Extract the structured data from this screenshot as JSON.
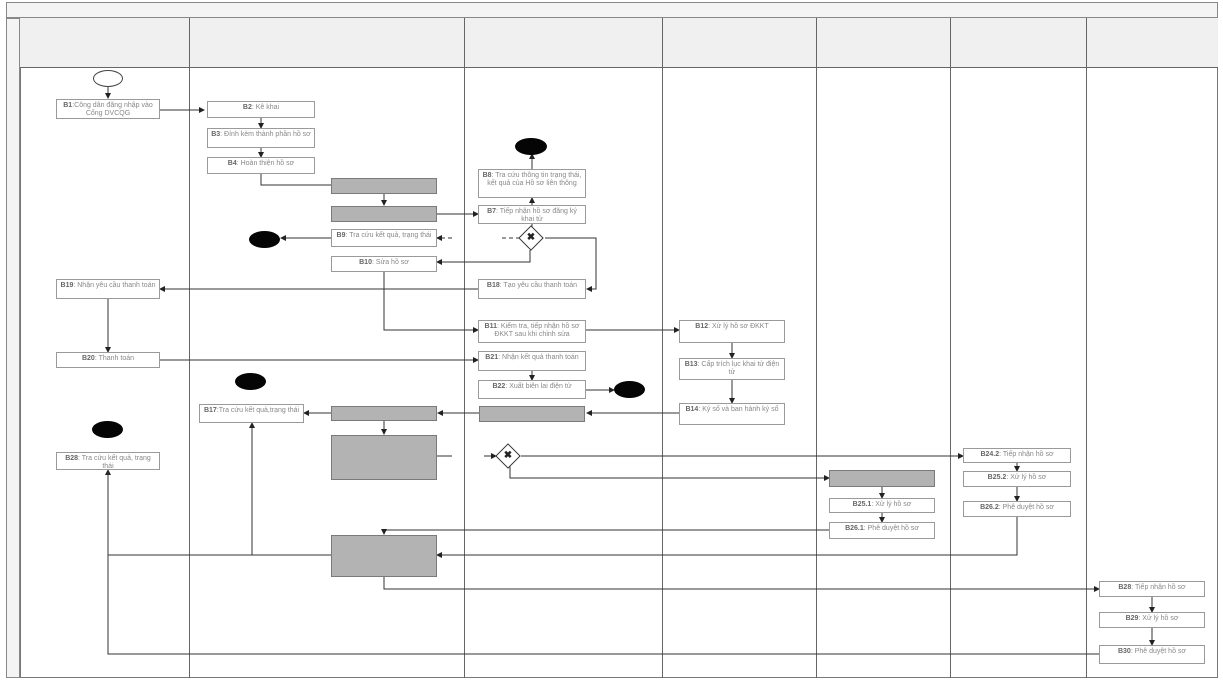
{
  "lanes": [
    {
      "header": ""
    },
    {
      "header": ""
    },
    {
      "header": ""
    },
    {
      "header": ""
    },
    {
      "header": ""
    },
    {
      "header": ""
    },
    {
      "header": ""
    }
  ],
  "steps": {
    "b1": {
      "code": "B1",
      "text": ":Công dân đăng nhập vào Cổng DVCQG"
    },
    "b2": {
      "code": "B2",
      "text": ": Kê khai"
    },
    "b3": {
      "code": "B3",
      "text": ": Đính kèm thành phần hồ sơ"
    },
    "b4": {
      "code": "B4",
      "text": ": Hoàn thiện hồ sơ"
    },
    "b8": {
      "code": "B8",
      "text": ": Tra cứu thông tin trạng thái, kết quả của Hồ sơ liên thông"
    },
    "b7": {
      "code": "B7",
      "text": ": Tiếp nhận hồ sơ đăng ký khai tử"
    },
    "b9": {
      "code": "B9",
      "text": ": Tra cứu kết quả, trạng thái"
    },
    "b10": {
      "code": "B10",
      "text": ": Sửa hồ sơ"
    },
    "b18": {
      "code": "B18",
      "text": ": Tạo yêu cầu thanh toán"
    },
    "b19": {
      "code": "B19",
      "text": ": Nhận yêu cầu thanh toán"
    },
    "b11": {
      "code": "B11",
      "text": ": Kiểm tra, tiếp nhận hồ sơ ĐKKT sau khi chỉnh sửa"
    },
    "b12": {
      "code": "B12",
      "text": ": Xử lý hồ sơ ĐKKT"
    },
    "b20": {
      "code": "B20",
      "text": ": Thanh toán"
    },
    "b21": {
      "code": "B21",
      "text": ": Nhận kết quả thanh toán"
    },
    "b13": {
      "code": "B13",
      "text": ": Cấp trích lục khai tử điện tử"
    },
    "b22": {
      "code": "B22",
      "text": ": Xuất biên lai điện tử"
    },
    "b17": {
      "code": "B17",
      "text": ":Tra cứu kết quả,trạng thái"
    },
    "b14": {
      "code": "B14",
      "text": ": Ký số và ban hành ký số"
    },
    "b28": {
      "code": "B28",
      "text": ": Tra cứu kết quả, trạng thái"
    },
    "b24_2": {
      "code": "B24.2",
      "text": ": Tiếp nhận hồ sơ"
    },
    "b25_2": {
      "code": "B25.2",
      "text": ": Xử lý hồ sơ"
    },
    "b26_2": {
      "code": "B26.2",
      "text": ": Phê duyệt hồ sơ"
    },
    "b25_1": {
      "code": "B25.1",
      "text": ": Xử lý hồ sơ"
    },
    "b26_1": {
      "code": "B26.1",
      "text": ": Phê duyệt hồ sơ"
    },
    "b28b": {
      "code": "B28",
      "text": ": Tiếp nhận hồ sơ"
    },
    "b29": {
      "code": "B29",
      "text": ": Xử lý hồ sơ"
    },
    "b30": {
      "code": "B30",
      "text": ": Phê duyệt hồ sơ"
    }
  },
  "colors": {
    "line": "#333333",
    "gray_box": "#b3b3b3",
    "end_event": "#050505"
  }
}
